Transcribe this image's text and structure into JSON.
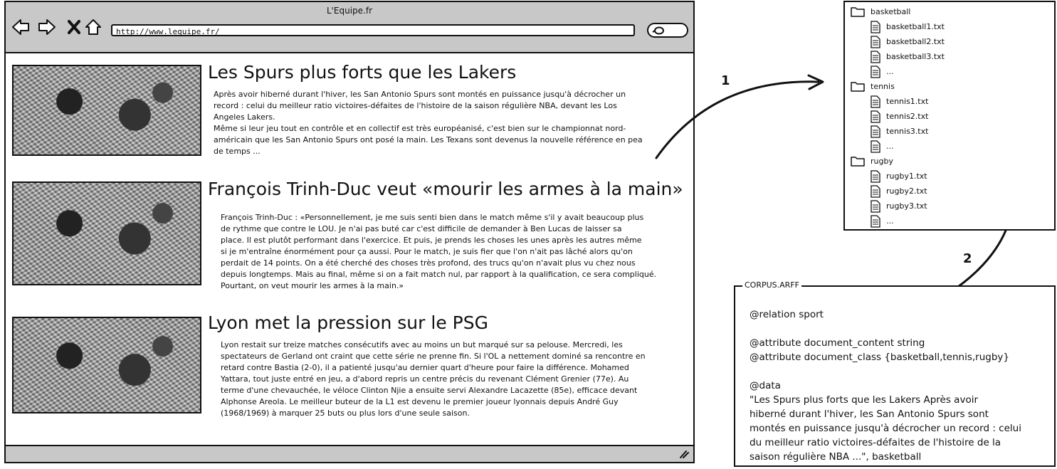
{
  "browser": {
    "window_title": "L'Equipe.fr",
    "url": "http://www.lequipe.fr/",
    "nav_icons": [
      "back-icon",
      "forward-icon",
      "close-icon",
      "home-icon"
    ],
    "search_icon": "search-icon",
    "resize_icon": "resize-grip-icon"
  },
  "articles": [
    {
      "title": "Les Spurs plus forts que les Lakers",
      "body": "Après avoir hiberné durant l'hiver, les San Antonio Spurs sont montés en puissance jusqu'à décrocher un\nrecord : celui du meilleur ratio victoires-défaites de l'histoire de la saison régulière NBA, devant les Los\nAngeles Lakers.\nMême si leur jeu tout en contrôle et en collectif est très européanisé, c'est bien sur le championnat nord-\naméricain que les San Antonio Spurs ont posé la main. Les Texans sont devenus la nouvelle référence en pea\nde temps ..."
    },
    {
      "title": "François Trinh-Duc veut «mourir les armes à la main»",
      "body": "François Trinh-Duc : «Personnellement, je me suis senti bien dans le match même s'il y avait beaucoup plus\nde rythme que contre le LOU. Je n'ai pas buté car c'est difficile de demander à Ben Lucas de laisser sa\nplace. Il est plutôt performant dans l'exercice. Et puis, je prends les choses les unes après les autres même\nsi je m'entraîne énormément pour ça aussi. Pour le match, je suis fier que l'on n'ait pas lâché alors qu'on\nperdait de 14 points. On a été cherché des choses très profond, des trucs qu'on n'avait plus vu chez nous\ndepuis longtemps. Mais au final, même si on a fait match nul, par rapport à la qualification, ce sera compliqué.\nPourtant, on veut mourir les armes à la main.»"
    },
    {
      "title": "Lyon met la pression sur le PSG",
      "body": "Lyon restait sur treize matches consécutifs avec au moins un but marqué sur sa pelouse. Mercredi, les\nspectateurs de Gerland ont craint que cette série ne prenne fin. Si l'OL a nettement dominé sa rencontre en\nretard contre Bastia (2-0), il a patienté jusqu'au dernier quart d'heure pour faire la différence. Mohamed\nYattara, tout juste entré en jeu, a d'abord repris un centre précis du revenant Clément Grenier (77e). Au\nterme d'une chevauchée, le véloce Clinton Njie a ensuite servi Alexandre Lacazette (85e), efficace devant\nAlphonse Areola. Le meilleur buteur de la L1 est devenu le premier joueur lyonnais depuis André Guy\n(1968/1969) à marquer 25 buts ou plus lors d'une seule saison."
    }
  ],
  "file_tree": [
    {
      "folder": "basketball",
      "files": [
        "basketball1.txt",
        "basketball2.txt",
        "basketball3.txt",
        "..."
      ]
    },
    {
      "folder": "tennis",
      "files": [
        "tennis1.txt",
        "tennis2.txt",
        "tennis3.txt",
        "..."
      ]
    },
    {
      "folder": "rugby",
      "files": [
        "rugby1.txt",
        "rugby2.txt",
        "rugby3.txt",
        "..."
      ]
    }
  ],
  "arrows": [
    {
      "label": "1",
      "from": "browser",
      "to": "file-tree"
    },
    {
      "label": "2",
      "from": "file-tree",
      "to": "arff-file"
    }
  ],
  "arff": {
    "legend": "CORPUS.ARFF",
    "content": "@relation sport\n\n@attribute document_content string\n@attribute document_class {basketball,tennis,rugby}\n\n@data\n\"Les Spurs plus forts que les Lakers Après avoir\nhiberné durant l'hiver, les San Antonio Spurs sont\nmontés en puissance jusqu'à décrocher un record : celui\ndu meilleur ratio victoires-défaites de l'histoire de la\nsaison régulière NBA ...\", basketball"
  }
}
